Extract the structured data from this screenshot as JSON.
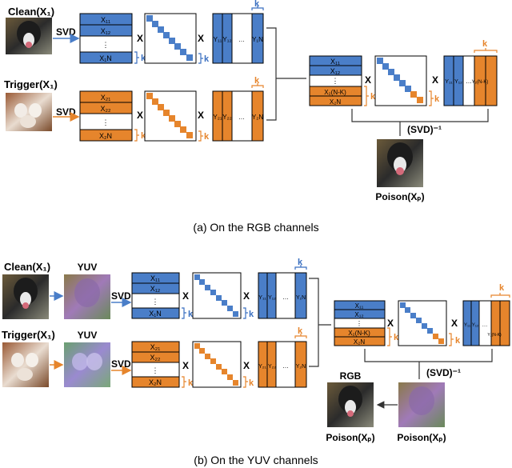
{
  "colors": {
    "blue": "#4a7ec8",
    "orange": "#e6852c",
    "blue_text": "#3a6fc0"
  },
  "top": {
    "clean_label": "Clean(X₁)",
    "trigger_label": "Trigger(X₁)",
    "svd_label": "SVD",
    "times": "X",
    "k": "k",
    "u_clean": [
      "X₁₁",
      "X₁₂",
      "⋮",
      "X₁N"
    ],
    "u_trigger": [
      "X₂₁",
      "X₂₂",
      "⋮",
      "X₂N"
    ],
    "v_clean": [
      "Y₁₁",
      "Y₁₂",
      "…",
      "Y₁N"
    ],
    "v_trigger": [
      "Y₂₁",
      "Y₂₂",
      "…",
      "Y₂N"
    ],
    "u_merged": [
      "X₁₁",
      "X₁₂",
      "⋮",
      "X₂(N-K)",
      "X₂N"
    ],
    "v_merged": [
      "Y₁₁",
      "Y₁₂",
      "…",
      "Y₂(N-K)"
    ],
    "inverse_label": "(SVD)⁻¹",
    "poison_label": "Poison(Xₚ)",
    "caption": "(a) On the RGB channels"
  },
  "bottom": {
    "clean_label": "Clean(X₁)",
    "trigger_label": "Trigger(X₁)",
    "yuv_label_1": "YUV",
    "yuv_label_2": "YUV",
    "svd_label": "SVD",
    "times": "X",
    "k": "k",
    "u_clean": [
      "X₁₁",
      "X₁₂",
      "⋮",
      "X₁N"
    ],
    "u_trigger": [
      "X₂₁",
      "X₂₂",
      "⋮",
      "X₂N"
    ],
    "v_clean": [
      "Y₁₁",
      "Y₁₂",
      "…",
      "Y₁N"
    ],
    "v_trigger": [
      "Y₂₁",
      "Y₂₂",
      "…",
      "Y₂N"
    ],
    "u_merged": [
      "X₁₁",
      "X₁₂",
      "⋮",
      "X₂(N-K)",
      "X₂N"
    ],
    "v_merged": [
      "Y₁₁",
      "Y₁₂",
      "…",
      "Y₂(N-K)"
    ],
    "inverse_label": "(SVD)⁻¹",
    "rgb_label": "RGB",
    "poison_rgb_label": "Poison(Xₚ)",
    "poison_yuv_label": "Poison(Xₚ)",
    "caption": "(b) On the YUV channels"
  }
}
